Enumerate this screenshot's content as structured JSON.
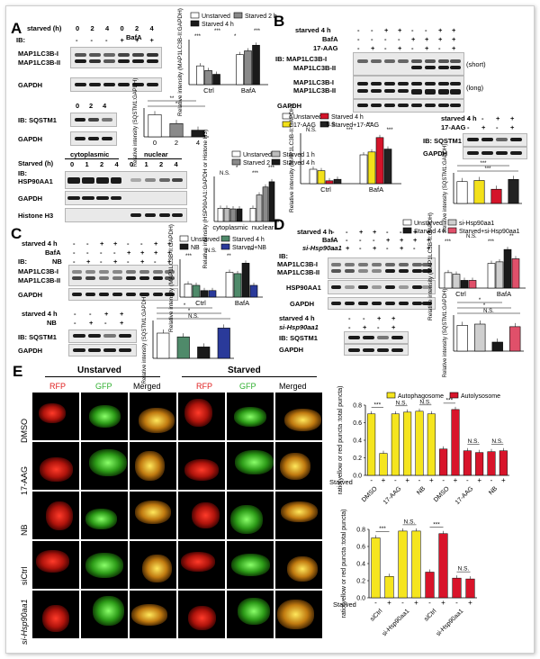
{
  "panels": {
    "A": {
      "letter": "A",
      "starved_label": "starved (h)",
      "starved_vals": [
        "0",
        "2",
        "4",
        "0",
        "2",
        "4"
      ],
      "ib_label": "IB:",
      "bafa_label": "BafA",
      "bafa_signs": [
        "-",
        "-",
        "-",
        "+",
        "+",
        "+"
      ],
      "lc3_i": "MAP1LC3B-I",
      "lc3_ii": "MAP1LC3B-II",
      "gapdh": "GAPDH",
      "sq_starved_vals": [
        "0",
        "2",
        "4"
      ],
      "sq_ib": "IB: SQSTM1",
      "fract_starved": "Starved (h)",
      "cytoplasmic": "cytoplasmic",
      "nuclear": "nuclear",
      "fract_vals": [
        "0",
        "1",
        "2",
        "4",
        "0",
        "1",
        "2",
        "4"
      ],
      "fract_ib": "IB:",
      "hsp90": "HSP90AA1",
      "histone": "Histone H3"
    },
    "B": {
      "letter": "B",
      "starved_label": "starved 4 h",
      "bafa_label": "BafA",
      "aag_label": "17-AAG",
      "ib_label": "IB: MAP1LC3B-I",
      "lc3_ii": "MAP1LC3B-II",
      "short": "(short)",
      "long": "(long)",
      "lc3_i": "MAP1LC3B-I",
      "gapdh": "GAPDH",
      "sq_starved": "starved 4 h",
      "sq_aag": "17-AAG",
      "sq_ib": "IB:  SQSTM1",
      "sq_gapdh": "GAPDH"
    },
    "C": {
      "letter": "C",
      "starved_label": "starved 4 h",
      "bafa_label": "BafA",
      "nb_label": "NB",
      "ib_label": "IB:",
      "lc3_i": "MAP1LC3B-I",
      "lc3_ii": "MAP1LC3B-II",
      "gapdh": "GAPDH",
      "sq_starved": "starved 4 h",
      "sq_nb": "NB",
      "sq_ib": "IB:  SQSTM1",
      "sq_gapdh": "GAPDH"
    },
    "D": {
      "letter": "D",
      "starved_label": "starved 4 h",
      "bafa_label": "BafA",
      "si_label": "si-Hsp90aa1",
      "ib_label": "IB:",
      "lc3_i": "MAP1LC3B-I",
      "lc3_ii": "MAP1LC3B-II",
      "hsp90": "HSP90AA1",
      "gapdh": "GAPDH",
      "sq_starved": "starved 4 h",
      "sq_si": "si-Hsp90aa1",
      "sq_ib": "IB: SQSTM1",
      "sq_gapdh": "GAPDH"
    },
    "E": {
      "letter": "E",
      "unstarved": "Unstarved",
      "starved": "Starved",
      "rfp": "RFP",
      "gfp": "GFP",
      "merged": "Merged",
      "rows": [
        "DMSO",
        "17-AAG",
        "NB",
        "siCtrl",
        "si-Hsp90aa1"
      ]
    }
  },
  "colors": {
    "unstarved": "#ffffff",
    "starved2": "#8a8a8a",
    "starved4": "#1a1a1a",
    "aag_yellow": "#f3e11a",
    "starved_red": "#d4142a",
    "starved_aag_black": "#222222",
    "nb_green": "#4f8a6a",
    "starved_nb_blue": "#2a3a9a",
    "si_gray": "#cfcfcf",
    "starved_si_pink": "#e0506a",
    "autophagosome": "#f5e51e",
    "autolysosome": "#d8142a"
  },
  "chart_data": [
    {
      "type": "bar",
      "panel": "A",
      "ylabel": "Relative intensity (MAP1LC3B-II:GAPDH)",
      "categories": [
        "Ctrl",
        "BafA"
      ],
      "legend": [
        "Unstarved",
        "Starved 2 h",
        "Starved 4 h"
      ],
      "series": [
        {
          "name": "Unstarved",
          "values": [
            1.0,
            1.6
          ]
        },
        {
          "name": "Starved 2 h",
          "values": [
            0.75,
            1.8
          ]
        },
        {
          "name": "Starved 4 h",
          "values": [
            0.55,
            2.1
          ]
        }
      ],
      "significance": [
        "***",
        "***",
        "*",
        "***"
      ]
    },
    {
      "type": "bar",
      "panel": "A",
      "ylabel": "Relative intensity (SQSTM1:GAPDH)",
      "categories": [
        "0",
        "2",
        "4"
      ],
      "values": [
        1.0,
        0.6,
        0.3
      ],
      "significance": [
        "*",
        "**"
      ]
    },
    {
      "type": "bar",
      "panel": "A",
      "ylabel": "Relative intensity (HSP90AA1:GAPDH or Histone H3)",
      "categories": [
        "cytoplasmic",
        "nuclear"
      ],
      "legend": [
        "Unstarved",
        "Starved 1 h",
        "Starved 2 h",
        "Starved 4 h"
      ],
      "series": [
        {
          "name": "Unstarved",
          "values": [
            1.0,
            1.0
          ]
        },
        {
          "name": "Starved 1 h",
          "values": [
            1.0,
            2.0
          ]
        },
        {
          "name": "Starved 2 h",
          "values": [
            0.95,
            2.6
          ]
        },
        {
          "name": "Starved 4 h",
          "values": [
            0.95,
            3.0
          ]
        }
      ],
      "significance": [
        "N.S.",
        "*",
        "***",
        "***"
      ]
    },
    {
      "type": "bar",
      "panel": "B",
      "ylabel": "Relative intensity (MAP1LC3B-II:GAPDH)",
      "categories": [
        "Ctrl",
        "BafA"
      ],
      "legend": [
        "Unstarved",
        "Starved 4 h",
        "17-AAG",
        "Starved+17-AAG"
      ],
      "series": [
        {
          "name": "Unstarved",
          "values": [
            1.0,
            2.0
          ]
        },
        {
          "name": "17-AAG",
          "values": [
            0.9,
            2.2
          ]
        },
        {
          "name": "Starved 4 h",
          "values": [
            0.2,
            3.2
          ]
        },
        {
          "name": "Starved+17-AAG",
          "values": [
            0.3,
            2.4
          ]
        }
      ],
      "significance": [
        "N.S.",
        "N.S.",
        "***",
        "***",
        "***"
      ]
    },
    {
      "type": "bar",
      "panel": "B",
      "ylabel": "Relative intensity (SQSTM1:GAPDH)",
      "categories": [
        "-/-",
        "-/+",
        "+/-",
        "+/+"
      ],
      "values": [
        1.0,
        1.05,
        0.65,
        1.1
      ],
      "significance": [
        "***",
        "***"
      ]
    },
    {
      "type": "bar",
      "panel": "C",
      "ylabel": "Relative intensity (MAP1LC3B-II:GAPDH)",
      "categories": [
        "Ctrl",
        "BafA"
      ],
      "legend": [
        "Unstarved",
        "Starved 4 h",
        "NB",
        "Starved+NB"
      ],
      "series": [
        {
          "name": "Unstarved",
          "values": [
            1.0,
            1.9
          ]
        },
        {
          "name": "NB",
          "values": [
            0.9,
            1.8
          ]
        },
        {
          "name": "Starved 4 h",
          "values": [
            0.5,
            2.6
          ]
        },
        {
          "name": "Starved+NB",
          "values": [
            0.5,
            0.9
          ]
        }
      ],
      "significance": [
        "***",
        "N.S.",
        "**",
        "***"
      ]
    },
    {
      "type": "bar",
      "panel": "C",
      "ylabel": "Relative intensity (SQSTM1:GAPDH)",
      "categories": [
        "-/-",
        "-/+",
        "+/-",
        "+/+"
      ],
      "values": [
        1.0,
        0.85,
        0.45,
        1.2
      ],
      "significance": [
        "N.S.",
        "*",
        "*"
      ]
    },
    {
      "type": "bar",
      "panel": "D",
      "ylabel": "Relative intensity (MAP1LC3B-II:GAPDH)",
      "categories": [
        "Ctrl",
        "BafA"
      ],
      "legend": [
        "Unstarved",
        "si-Hsp90aa1",
        "Starved 4 h",
        "Starved+si-Hsp90aa1"
      ],
      "series": [
        {
          "name": "Unstarved",
          "values": [
            1.0,
            1.6
          ]
        },
        {
          "name": "si-Hsp90aa1",
          "values": [
            0.9,
            1.7
          ]
        },
        {
          "name": "Starved 4 h",
          "values": [
            0.5,
            2.5
          ]
        },
        {
          "name": "Starved+si-Hsp90aa1",
          "values": [
            0.5,
            1.9
          ]
        }
      ],
      "significance": [
        "***",
        "N.S.",
        "***",
        "**"
      ]
    },
    {
      "type": "bar",
      "panel": "D",
      "ylabel": "Relative intensity (SQSTM1:GAPDH)",
      "categories": [
        "-/-",
        "-/+",
        "+/-",
        "+/+"
      ],
      "values": [
        1.0,
        1.05,
        0.35,
        0.95
      ],
      "significance": [
        "N.S.",
        "*",
        "*"
      ]
    },
    {
      "type": "bar",
      "panel": "E",
      "ylabel": "ratio(yellow or red puncta :total puncta)",
      "legend": [
        "Autophagosome",
        "Autolysosome"
      ],
      "xlabel": "Starved",
      "categories": [
        "DMSO",
        "DMSO",
        "17-AAG",
        "17-AAG",
        "NB",
        "NB",
        "DMSO",
        "DMSO",
        "17-AAG",
        "17-AAG",
        "NB",
        "NB"
      ],
      "starved": [
        "-",
        "+",
        "-",
        "+",
        "-",
        "+",
        "-",
        "+",
        "-",
        "+",
        "-",
        "+"
      ],
      "values": [
        0.7,
        0.25,
        0.7,
        0.72,
        0.73,
        0.7,
        0.3,
        0.75,
        0.28,
        0.26,
        0.27,
        0.28
      ],
      "series_of_bar": [
        "Autophagosome",
        "Autophagosome",
        "Autophagosome",
        "Autophagosome",
        "Autophagosome",
        "Autophagosome",
        "Autolysosome",
        "Autolysosome",
        "Autolysosome",
        "Autolysosome",
        "Autolysosome",
        "Autolysosome"
      ],
      "ylim": [
        0,
        0.8
      ],
      "yticks": [
        "0.0",
        "0.2",
        "0.4",
        "0.6",
        "0.8"
      ],
      "significance": [
        "***",
        "N.S.",
        "N.S.",
        "***",
        "N.S.",
        "N.S."
      ]
    },
    {
      "type": "bar",
      "panel": "E",
      "ylabel": "ratio(yellow or red puncta :total puncta)",
      "xlabel": "Starved",
      "categories": [
        "siCtrl",
        "siCtrl",
        "si-Hsp90aa1",
        "si-Hsp90aa1",
        "siCtrl",
        "siCtrl",
        "si-Hsp90aa1",
        "si-Hsp90aa1"
      ],
      "starved": [
        "-",
        "+",
        "-",
        "+",
        "-",
        "+",
        "-",
        "+"
      ],
      "values": [
        0.7,
        0.25,
        0.78,
        0.78,
        0.3,
        0.75,
        0.23,
        0.22
      ],
      "series_of_bar": [
        "Autophagosome",
        "Autophagosome",
        "Autophagosome",
        "Autophagosome",
        "Autolysosome",
        "Autolysosome",
        "Autolysosome",
        "Autolysosome"
      ],
      "ylim": [
        0,
        0.8
      ],
      "yticks": [
        "0.0",
        "0.2",
        "0.4",
        "0.6",
        "0.8"
      ],
      "significance": [
        "***",
        "N.S.",
        "***",
        "N.S."
      ]
    }
  ]
}
